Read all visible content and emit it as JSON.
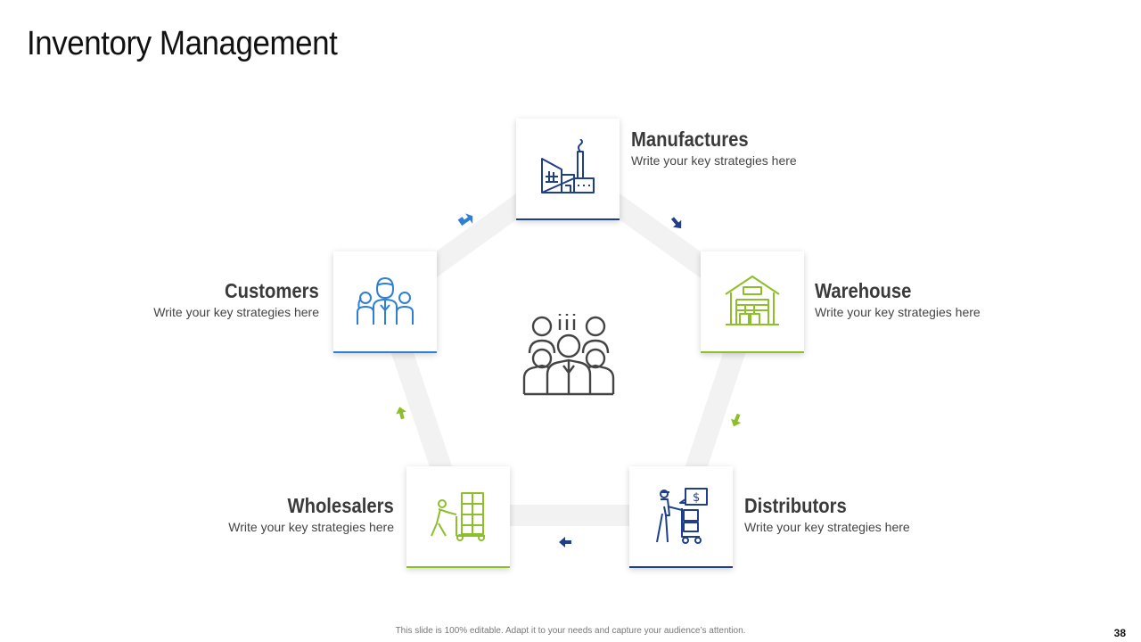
{
  "title": "Inventory Management",
  "nodes": {
    "manufactures": {
      "heading": "Manufactures",
      "text": "Write your key strategies here",
      "icon": "factory-icon"
    },
    "warehouse": {
      "heading": "Warehouse",
      "text": "Write your key strategies here",
      "icon": "warehouse-icon"
    },
    "distributors": {
      "heading": "Distributors",
      "text": "Write your key strategies here",
      "icon": "delivery-person-icon"
    },
    "wholesalers": {
      "heading": "Wholesalers",
      "text": "Write your key strategies here",
      "icon": "forklift-worker-icon"
    },
    "customers": {
      "heading": "Customers",
      "text": "Write your key strategies here",
      "icon": "customers-group-icon"
    }
  },
  "center": {
    "icon": "team-group-icon"
  },
  "footer": "This slide is 100% editable. Adapt it to your needs and capture your audience’s attention.",
  "page_number": "38",
  "colors": {
    "blue": "#2f7fd6",
    "navy": "#1f3f8a",
    "green": "#8dbf2a",
    "ring": "#f2f2f2",
    "text": "#3a3a3a"
  }
}
